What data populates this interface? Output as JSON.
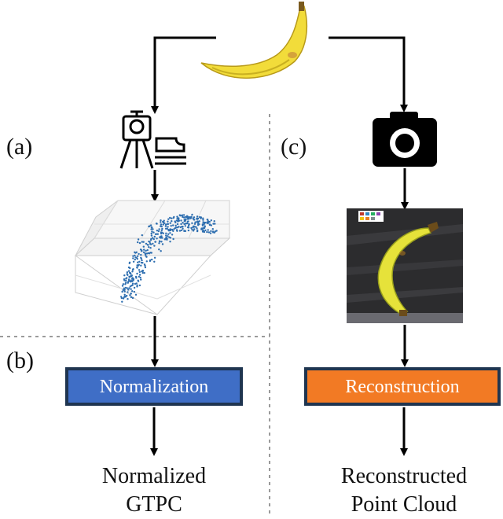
{
  "panels": {
    "a": "(a)",
    "b": "(b)",
    "c": "(c)"
  },
  "boxes": {
    "normalization": {
      "label": "Normalization",
      "fill": "#3f6ec6",
      "border": "#1f3550"
    },
    "reconstruction": {
      "label": "Reconstruction",
      "fill": "#f27a24",
      "border": "#1f3550"
    }
  },
  "outputs": {
    "left": {
      "line1": "Normalized",
      "line2": "GTPC"
    },
    "right": {
      "line1": "Reconstructed",
      "line2": "Point Cloud"
    }
  },
  "icons": {
    "banana": "banana-image",
    "scanner": "laser-scanner-icon",
    "camera": "camera-icon",
    "point_cloud": "point-cloud-plot",
    "photo": "banana-photo"
  },
  "colors": {
    "arrow": "#000000",
    "divider": "#9a9a9a",
    "banana": "#f2dc3a",
    "points": "#2f6fb0"
  }
}
